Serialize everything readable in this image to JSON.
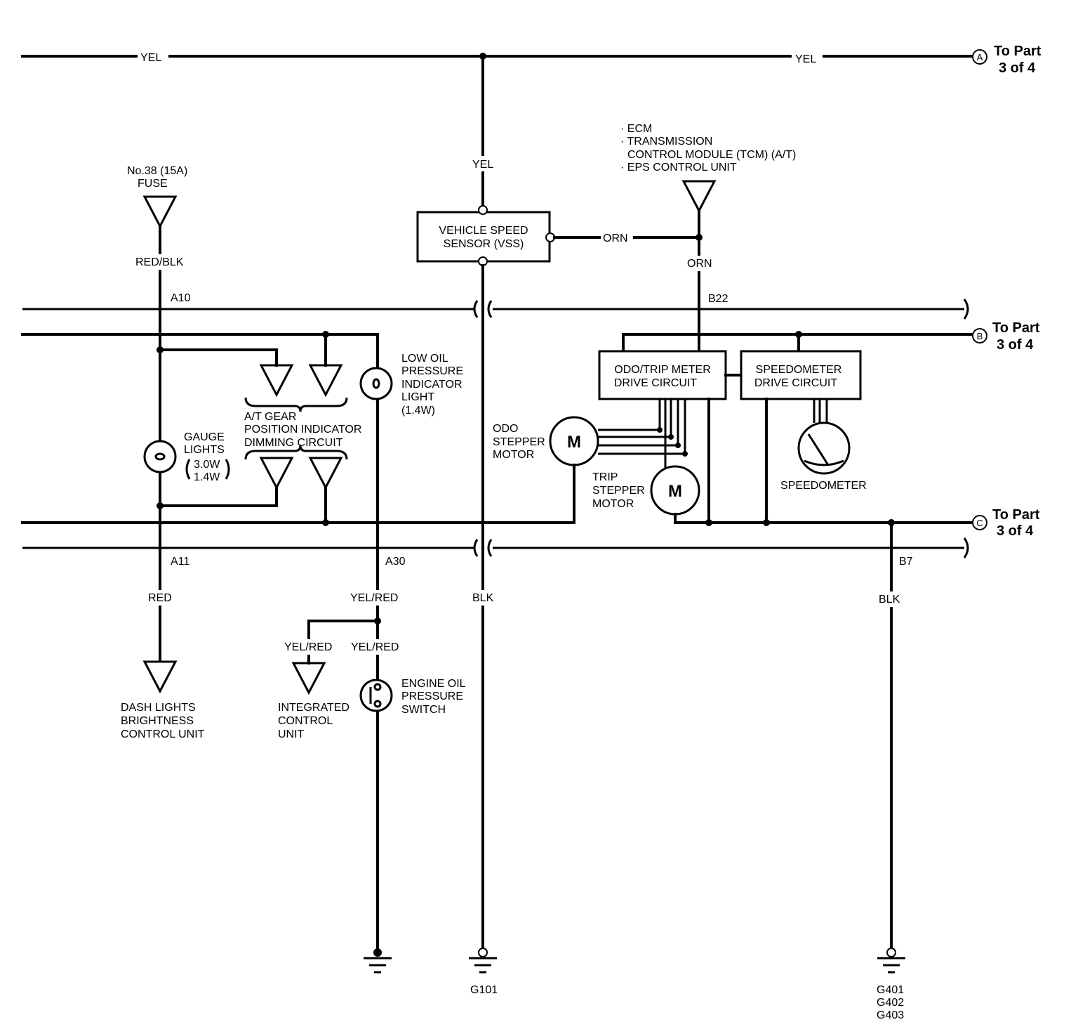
{
  "wires": {
    "top_left": "YEL",
    "top_right": "YEL",
    "vss_in": "YEL",
    "vss_out": "ORN",
    "ecm_down": "ORN",
    "fuse_down": "RED/BLK",
    "dash": "RED",
    "oil_main": "YEL/RED",
    "oil_icu": "YEL/RED",
    "oil_switch": "YEL/RED",
    "vss_ground": "BLK",
    "right_ground": "BLK"
  },
  "connectors": {
    "a10": "A10",
    "b22": "B22",
    "a11": "A11",
    "a30": "A30",
    "b7": "B7"
  },
  "offpage": {
    "a": {
      "marker": "A",
      "line1": "To Part",
      "line2": "3 of 4"
    },
    "b": {
      "marker": "B",
      "line1": "To Part",
      "line2": "3 of 4"
    },
    "c": {
      "marker": "C",
      "line1": "To Part",
      "line2": "3 of 4"
    }
  },
  "components": {
    "fuse": {
      "line1": "No.38 (15A)",
      "line2": "FUSE"
    },
    "ecm": {
      "line1": "· ECM",
      "line2": "· TRANSMISSION",
      "line3": "CONTROL MODULE (TCM) (A/T)",
      "line4": "· EPS CONTROL UNIT"
    },
    "vss": {
      "line1": "VEHICLE SPEED",
      "line2": "SENSOR (VSS)"
    },
    "odo_drive": {
      "line1": "ODO/TRIP METER",
      "line2": "DRIVE CIRCUIT"
    },
    "speedo_drive": {
      "line1": "SPEEDOMETER",
      "line2": "DRIVE CIRCUIT"
    },
    "low_oil": {
      "line1": "LOW OIL",
      "line2": "PRESSURE",
      "line3": "INDICATOR",
      "line4": "LIGHT",
      "line5": "(1.4W)"
    },
    "gauge": {
      "line1": "GAUGE",
      "line2": "LIGHTS",
      "line3": "3.0W",
      "line4": "1.4W"
    },
    "at_gear": {
      "line1": "A/T GEAR",
      "line2": "POSITION INDICATOR",
      "line3": "DIMMING CIRCUIT"
    },
    "odo_motor": {
      "line1": "ODO",
      "line2": "STEPPER",
      "line3": "MOTOR",
      "symbol": "M"
    },
    "trip_motor": {
      "line1": "TRIP",
      "line2": "STEPPER",
      "line3": "MOTOR",
      "symbol": "M"
    },
    "speedometer": {
      "label": "SPEEDOMETER"
    },
    "dash_unit": {
      "line1": "DASH LIGHTS",
      "line2": "BRIGHTNESS",
      "line3": "CONTROL UNIT"
    },
    "icu": {
      "line1": "INTEGRATED",
      "line2": "CONTROL",
      "line3": "UNIT"
    },
    "oil_switch": {
      "line1": "ENGINE OIL",
      "line2": "PRESSURE",
      "line3": "SWITCH"
    }
  },
  "grounds": {
    "g101": "G101",
    "g401": "G401",
    "g402": "G402",
    "g403": "G403"
  }
}
